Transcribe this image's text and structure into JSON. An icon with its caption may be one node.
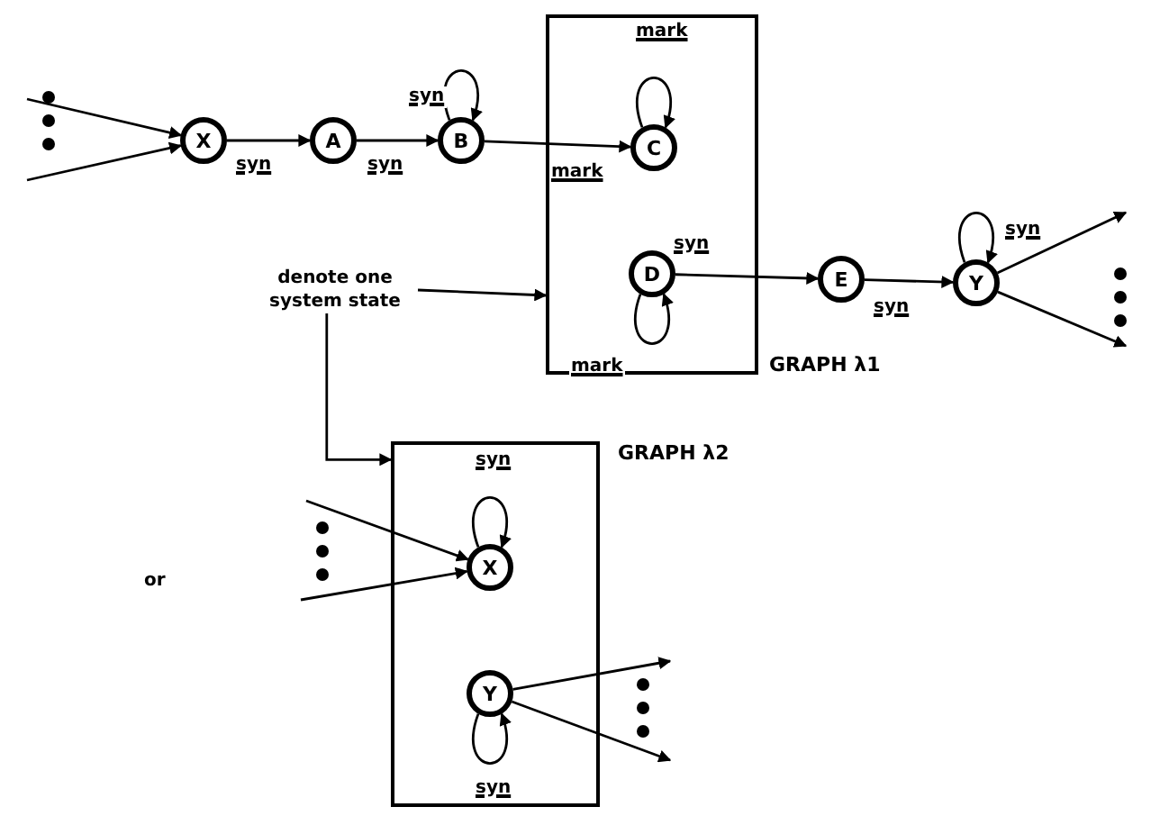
{
  "diagram": {
    "nodes": [
      {
        "text": [
          "X"
        ]
      },
      {
        "text": [
          "A"
        ]
      },
      {
        "text": [
          "B"
        ]
      },
      {
        "text": [
          "GRAPH λ1"
        ]
      },
      {
        "text": [
          "C"
        ],
        "in": 3
      },
      {
        "text": [
          "D"
        ],
        "in": 3
      },
      {
        "text": [
          "E"
        ]
      },
      {
        "text": [
          "Y"
        ]
      },
      {
        "text": [
          "denote one system state"
        ]
      },
      {
        "text": [
          "GRAPH λ2"
        ]
      },
      {
        "text": [
          "X"
        ],
        "in": 9
      },
      {
        "text": [
          "Y"
        ],
        "in": 9
      }
    ],
    "edges": [
      {
        "from": null,
        "to": 0,
        "arrow": "to"
      },
      {
        "from": null,
        "to": 0,
        "arrow": "to"
      },
      {
        "from": 0,
        "to": 1,
        "arrow": "to",
        "label": "syn"
      },
      {
        "from": 1,
        "to": 2,
        "arrow": "to",
        "label": "syn"
      },
      {
        "from": 2,
        "to": 2,
        "arrow": "to",
        "label": "syn"
      },
      {
        "from": 2,
        "to": 4,
        "arrow": "to",
        "label": "mark"
      },
      {
        "from": 4,
        "to": 4,
        "arrow": "to",
        "label": "mark"
      },
      {
        "from": 5,
        "to": 5,
        "arrow": "to",
        "label": "mark"
      },
      {
        "from": 5,
        "to": 6,
        "arrow": "to",
        "label": "syn"
      },
      {
        "from": 6,
        "to": 7,
        "arrow": "to",
        "label": "syn"
      },
      {
        "from": 7,
        "to": 7,
        "arrow": "to",
        "label": "syn"
      },
      {
        "from": 7,
        "to": null,
        "arrow": "to"
      },
      {
        "from": 7,
        "to": null,
        "arrow": "to"
      },
      {
        "from": 8,
        "to": 3,
        "arrow": "to"
      },
      {
        "from": 8,
        "to": 9,
        "arrow": "to"
      },
      {
        "from": null,
        "to": 10,
        "arrow": "to"
      },
      {
        "from": null,
        "to": 10,
        "arrow": "to"
      },
      {
        "from": 10,
        "to": 10,
        "arrow": "to",
        "label": "syn"
      },
      {
        "from": 11,
        "to": 11,
        "arrow": "to",
        "label": "syn"
      },
      {
        "from": 11,
        "to": null,
        "arrow": "to"
      },
      {
        "from": 11,
        "to": null,
        "arrow": "to"
      }
    ],
    "labels": [
      "or"
    ]
  }
}
